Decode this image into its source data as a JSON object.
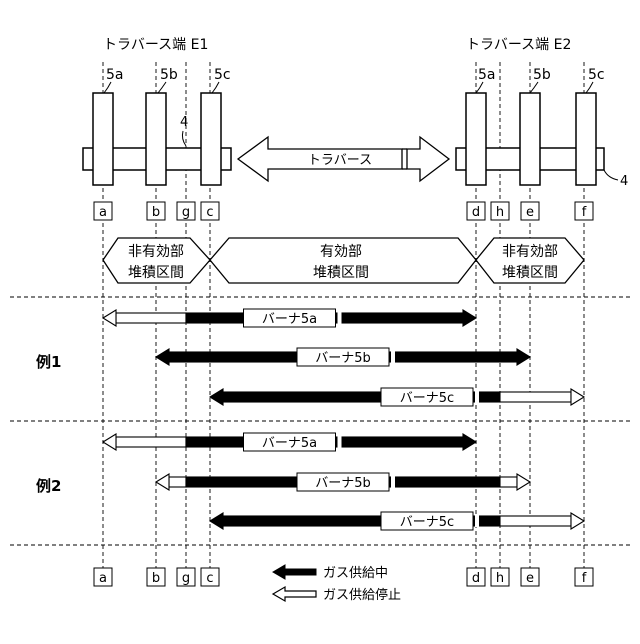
{
  "header": {
    "end_e1": "トラバース端 E1",
    "end_e2": "トラバース端 E2",
    "burners_left": [
      "5a",
      "5b",
      "5c"
    ],
    "burners_right": [
      "5a",
      "5b",
      "5c"
    ],
    "label_4": "4",
    "traverse": "トラバース"
  },
  "positions": [
    "a",
    "b",
    "g",
    "c",
    "d",
    "h",
    "e",
    "f"
  ],
  "sections": {
    "left": [
      "非有効部",
      "堆積区間"
    ],
    "middle": [
      "有効部",
      "堆積区間"
    ],
    "right": [
      "非有効部",
      "堆積区間"
    ]
  },
  "examples": [
    {
      "label": "例1",
      "rows": [
        {
          "burner": "バーナ5a",
          "from": "a",
          "to": "d",
          "head": "right",
          "stopped": [
            "a",
            "g"
          ]
        },
        {
          "burner": "バーナ5b",
          "from": "b",
          "to": "e",
          "head": "right",
          "stopped": []
        },
        {
          "burner": "バーナ5c",
          "from": "c",
          "to": "f",
          "head": "right",
          "stopped": [
            "h",
            "f"
          ]
        }
      ]
    },
    {
      "label": "例2",
      "rows": [
        {
          "burner": "バーナ5a",
          "from": "a",
          "to": "d",
          "head": "right",
          "stopped": [
            "a",
            "g"
          ]
        },
        {
          "burner": "バーナ5b",
          "from": "b",
          "to": "e",
          "head": "right",
          "stopped": [
            "b",
            "g",
            "h",
            "e"
          ]
        },
        {
          "burner": "バーナ5c",
          "from": "c",
          "to": "f",
          "head": "right",
          "stopped": [
            "h",
            "f"
          ]
        }
      ]
    }
  ],
  "legend": {
    "gas_on": "ガス供給中",
    "gas_off": "ガス供給停止"
  }
}
